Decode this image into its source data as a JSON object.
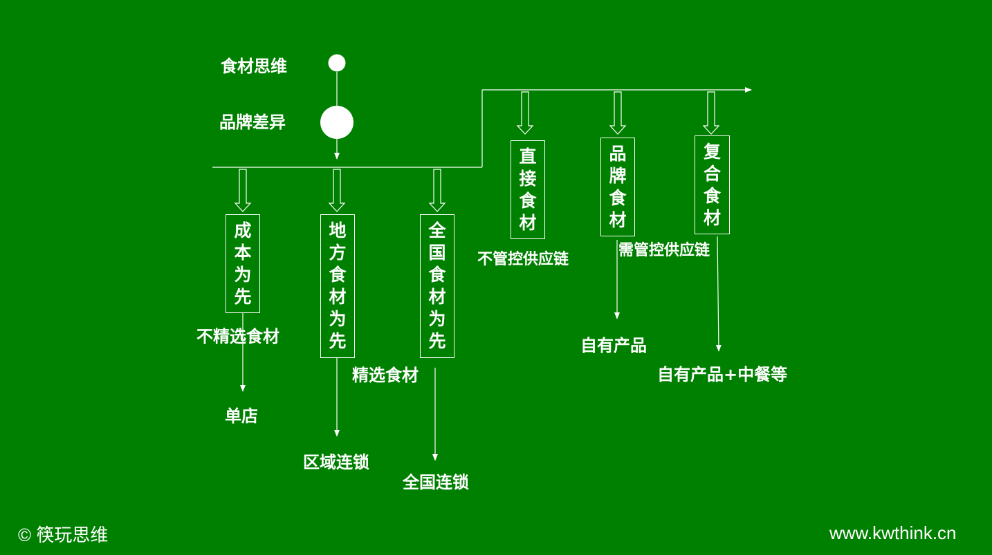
{
  "colors": {
    "background": "#008000",
    "foreground": "#ffffff"
  },
  "nodes": {
    "food_thinking": "食材思维",
    "brand_difference": "品牌差异"
  },
  "left_branch": {
    "boxes": [
      {
        "id": "cost-first",
        "chars": [
          "成",
          "本",
          "为",
          "先"
        ]
      },
      {
        "id": "local-food-first",
        "chars": [
          "地",
          "方",
          "食",
          "材",
          "为",
          "先"
        ]
      },
      {
        "id": "national-food-first",
        "chars": [
          "全",
          "国",
          "食",
          "材",
          "为",
          "先"
        ]
      }
    ],
    "notes": {
      "not_selected": "不精选食材",
      "selected": "精选食材"
    },
    "results": {
      "single_store": "单店",
      "regional_chain": "区域连锁",
      "national_chain": "全国连锁"
    }
  },
  "right_branch": {
    "boxes": [
      {
        "id": "direct-food",
        "chars": [
          "直",
          "接",
          "食",
          "材"
        ]
      },
      {
        "id": "brand-food",
        "chars": [
          "品",
          "牌",
          "食",
          "材"
        ]
      },
      {
        "id": "compound-food",
        "chars": [
          "复",
          "合",
          "食",
          "材"
        ]
      }
    ],
    "notes": {
      "no_supply_control": "不管控供应链",
      "need_supply_control": "需管控供应链"
    },
    "results": {
      "own_products": "自有产品",
      "own_products_plus": "自有产品+中餐等"
    }
  },
  "footer": {
    "copyright": "© 筷玩思维",
    "website": "www.kwthink.cn"
  }
}
